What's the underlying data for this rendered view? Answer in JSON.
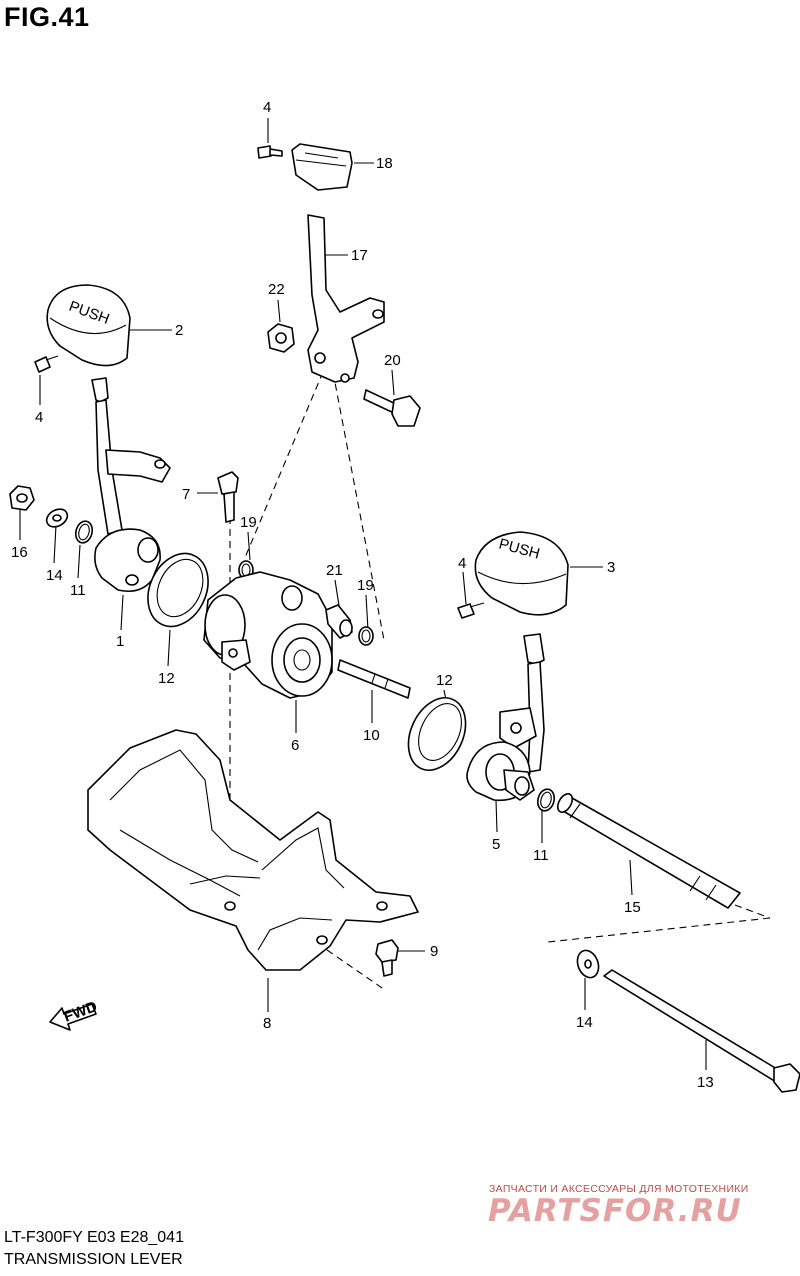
{
  "figure": {
    "title": "FIG.41",
    "code": "LT-F300FY E03 E28_041",
    "caption": "TRANSMISSION LEVER"
  },
  "callouts": [
    {
      "id": "c4a",
      "text": "4"
    },
    {
      "id": "c18",
      "text": "18"
    },
    {
      "id": "c17",
      "text": "17"
    },
    {
      "id": "c22",
      "text": "22"
    },
    {
      "id": "c2",
      "text": "2"
    },
    {
      "id": "c20",
      "text": "20"
    },
    {
      "id": "c4b",
      "text": "4"
    },
    {
      "id": "c7",
      "text": "7"
    },
    {
      "id": "c19a",
      "text": "19"
    },
    {
      "id": "c16",
      "text": "16"
    },
    {
      "id": "c14a",
      "text": "14"
    },
    {
      "id": "c11a",
      "text": "11"
    },
    {
      "id": "c21",
      "text": "21"
    },
    {
      "id": "c19b",
      "text": "19"
    },
    {
      "id": "c4c",
      "text": "4"
    },
    {
      "id": "c3",
      "text": "3"
    },
    {
      "id": "c1",
      "text": "1"
    },
    {
      "id": "c12a",
      "text": "12"
    },
    {
      "id": "c12b",
      "text": "12"
    },
    {
      "id": "c10",
      "text": "10"
    },
    {
      "id": "c6",
      "text": "6"
    },
    {
      "id": "c5",
      "text": "5"
    },
    {
      "id": "c11b",
      "text": "11"
    },
    {
      "id": "c15",
      "text": "15"
    },
    {
      "id": "c9",
      "text": "9"
    },
    {
      "id": "c14b",
      "text": "14"
    },
    {
      "id": "c8",
      "text": "8"
    },
    {
      "id": "c13",
      "text": "13"
    }
  ],
  "knob_text": "PUSH",
  "fwd_text": "FWD",
  "watermark": {
    "tagline": "ЗАПЧАСТИ И АКСЕССУАРЫ ДЛЯ МОТОТЕХНИКИ",
    "logo": "PARTSFOR.RU"
  }
}
